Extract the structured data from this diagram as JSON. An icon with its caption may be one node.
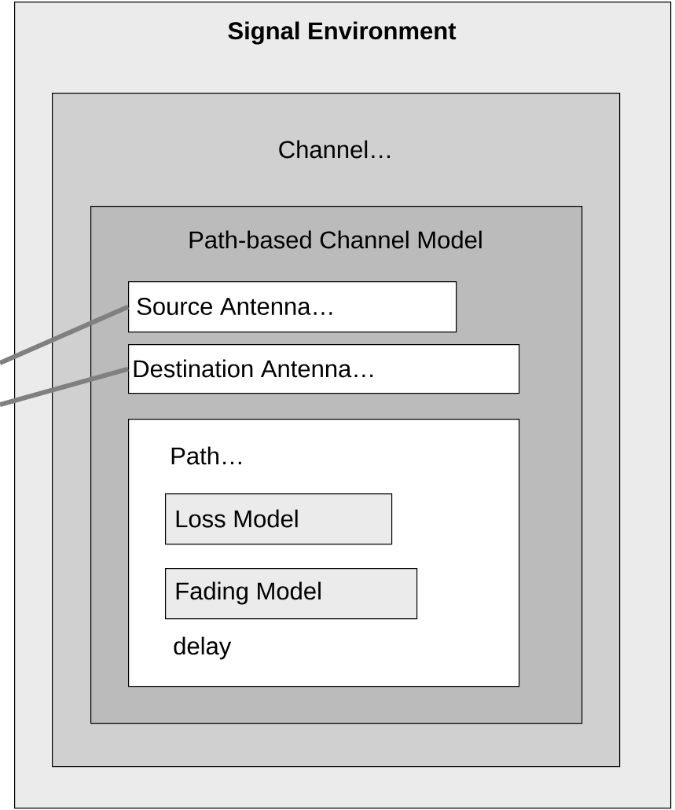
{
  "diagram": {
    "nodes": [
      {
        "text": [
          "Signal Environment"
        ]
      },
      {
        "text": [
          "Channel…"
        ],
        "in": 0
      },
      {
        "text": [
          "Path-based Channel Model"
        ],
        "in": 1
      },
      {
        "text": [
          "Source Antenna…"
        ],
        "in": 2
      },
      {
        "text": [
          "Destination Antenna…"
        ],
        "in": 2
      },
      {
        "text": [
          "Path…",
          "delay"
        ],
        "in": 2
      },
      {
        "text": [
          "Loss Model"
        ],
        "in": 5
      },
      {
        "text": [
          "Fading Model"
        ],
        "in": 5
      }
    ],
    "edges": [
      {
        "from": null,
        "to": 3,
        "arrow": "none"
      },
      {
        "from": null,
        "to": 4,
        "arrow": "none"
      }
    ]
  }
}
